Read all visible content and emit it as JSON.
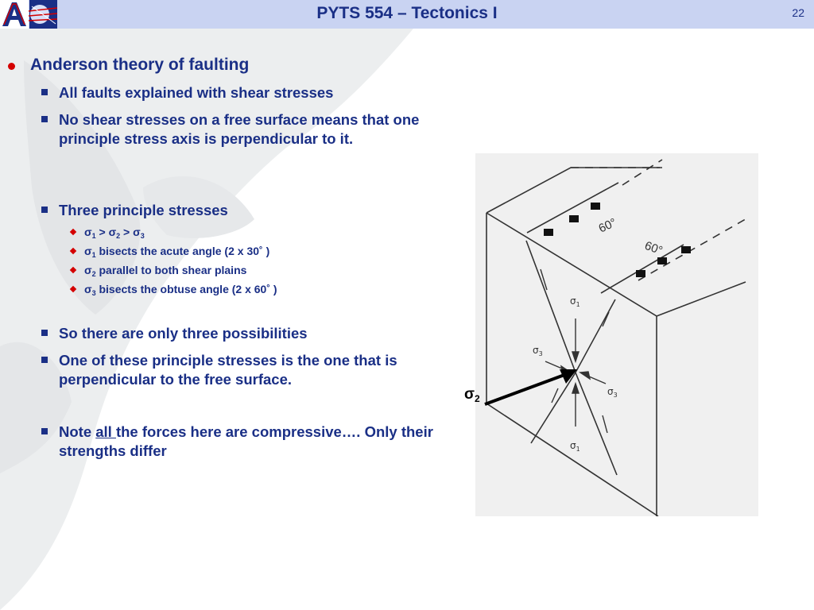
{
  "header": {
    "title": "PYTS 554 – Tectonics I",
    "slide_number": "22"
  },
  "bullets": {
    "main": "Anderson theory of faulting",
    "b1": "All faults explained with shear stresses",
    "b2": "No shear stresses on a free surface means that one principle stress axis is perpendicular to it.",
    "b3": "Three principle stresses",
    "sub": [
      {
        "s": "σ",
        "n": "1",
        "t": " > ",
        "s2": "σ",
        "n2": "2",
        "t2": " > ",
        "s3": "σ",
        "n3": "3"
      },
      {
        "s": "σ",
        "n": "1",
        "t": " bisects the acute angle (2 x 30˚ )"
      },
      {
        "s": "σ",
        "n": "2",
        "t": " parallel to both shear plains"
      },
      {
        "s": "σ",
        "n": "3",
        "t": " bisects the obtuse angle (2 x 60˚ )"
      }
    ],
    "b4": "So there are only three possibilities",
    "b5": "One of these principle stresses is the one that is perpendicular to the free surface.",
    "b6_pre": "Note ",
    "b6_u": "all ",
    "b6_post": "the forces here are compressive…. Only their strengths differ"
  },
  "figure": {
    "angle_labels": [
      "60°",
      "60°"
    ],
    "sigma": "σ",
    "sub1": "1",
    "sub3": "3",
    "arrow_label": "σ",
    "arrow_sub": "2"
  }
}
